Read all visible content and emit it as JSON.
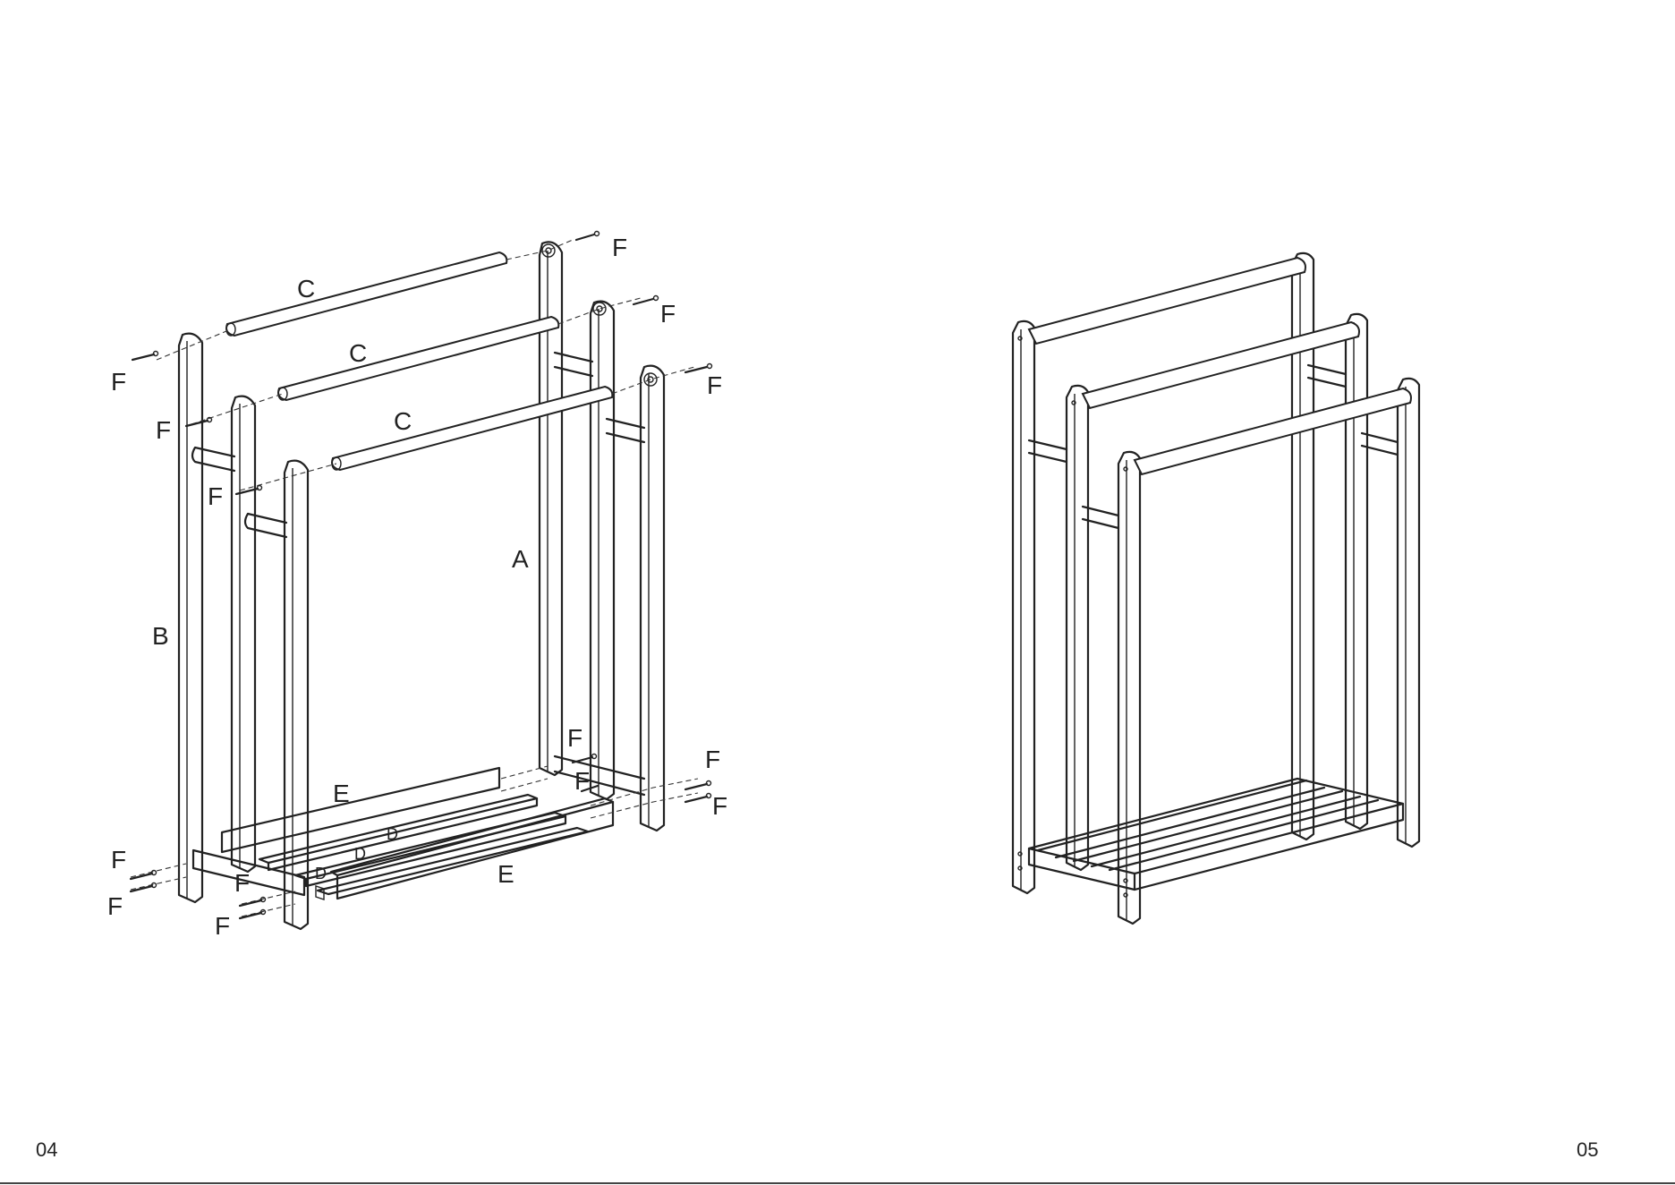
{
  "page_numbers": {
    "left": "04",
    "right": "05"
  },
  "parts": {
    "A": "A",
    "B": "B",
    "C": "C",
    "D": "D",
    "E": "E",
    "F": "F"
  }
}
